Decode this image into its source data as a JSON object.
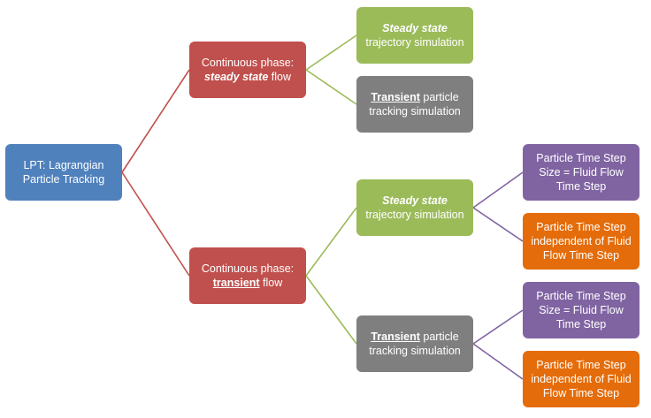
{
  "colors": {
    "root": "#4F81BD",
    "phase": "#C0504D",
    "steady_sim": "#9BBB59",
    "transient_sim": "#7F7F7F",
    "equal_step": "#8064A2",
    "independent_step": "#E46C0A"
  },
  "root": {
    "line1": "LPT: Lagrangian",
    "line2": "Particle Tracking"
  },
  "phase_steady": {
    "line1": "Continuous phase:",
    "emph": "steady state",
    "rest": " flow"
  },
  "phase_transient": {
    "line1": "Continuous phase:",
    "emph": "transient",
    "rest": " flow"
  },
  "sim_steady_1": {
    "emph": "Steady state",
    "line2": "trajectory simulation"
  },
  "sim_transient_1": {
    "emph": "Transient",
    "rest": " particle",
    "line2": "tracking simulation"
  },
  "sim_steady_2": {
    "emph": "Steady state",
    "line2": "trajectory simulation"
  },
  "sim_transient_2": {
    "emph": "Transient",
    "rest": " particle",
    "line2": "tracking simulation"
  },
  "step_equal_1": {
    "line1": "Particle Time Step",
    "line2": "Size = Fluid Flow",
    "line3": "Time Step"
  },
  "step_indep_1": {
    "line1": "Particle Time Step",
    "line2": "independent of Fluid",
    "line3": "Flow Time Step"
  },
  "step_equal_2": {
    "line1": "Particle Time Step",
    "line2": "Size = Fluid Flow",
    "line3": "Time Step"
  },
  "step_indep_2": {
    "line1": "Particle Time Step",
    "line2": "independent of Fluid",
    "line3": "Flow Time Step"
  }
}
